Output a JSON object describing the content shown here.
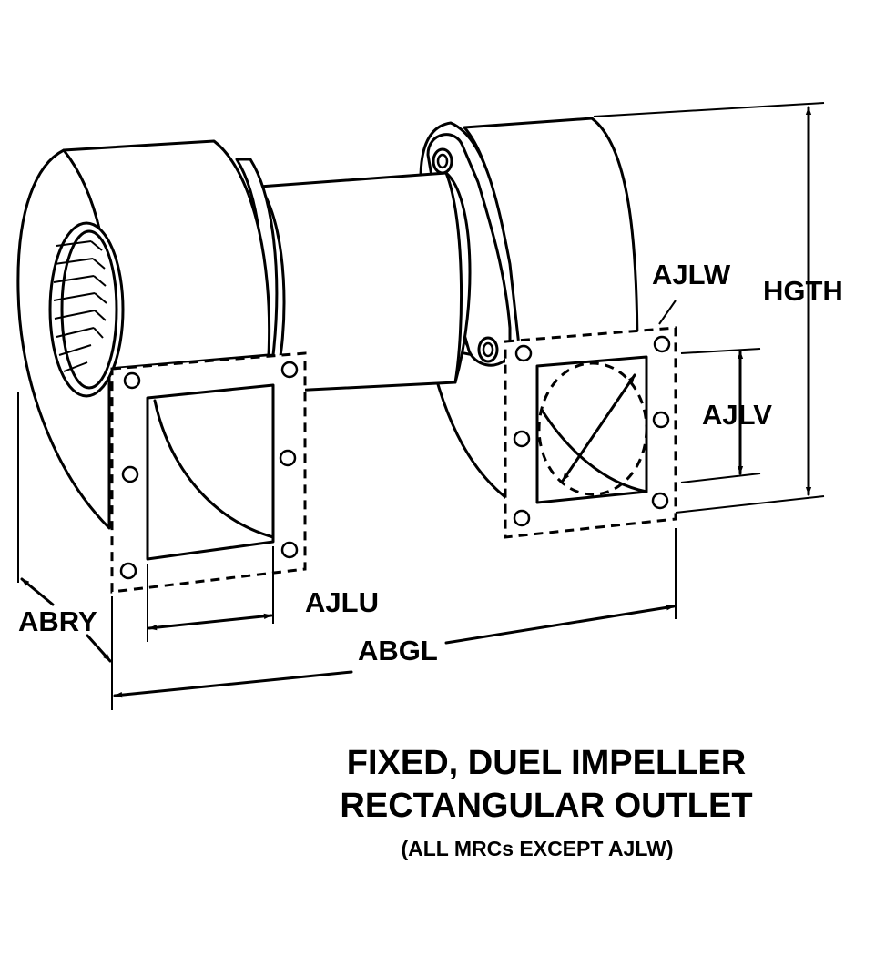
{
  "labels": {
    "hgth": "HGTH",
    "ajlw": "AJLW",
    "ajlv": "AJLV",
    "ajlu": "AJLU",
    "abgl": "ABGL",
    "abry": "ABRY"
  },
  "caption": {
    "line1": "FIXED, DUEL IMPELLER",
    "line2": "RECTANGULAR OUTLET",
    "note": "(ALL MRCs EXCEPT AJLW)"
  }
}
